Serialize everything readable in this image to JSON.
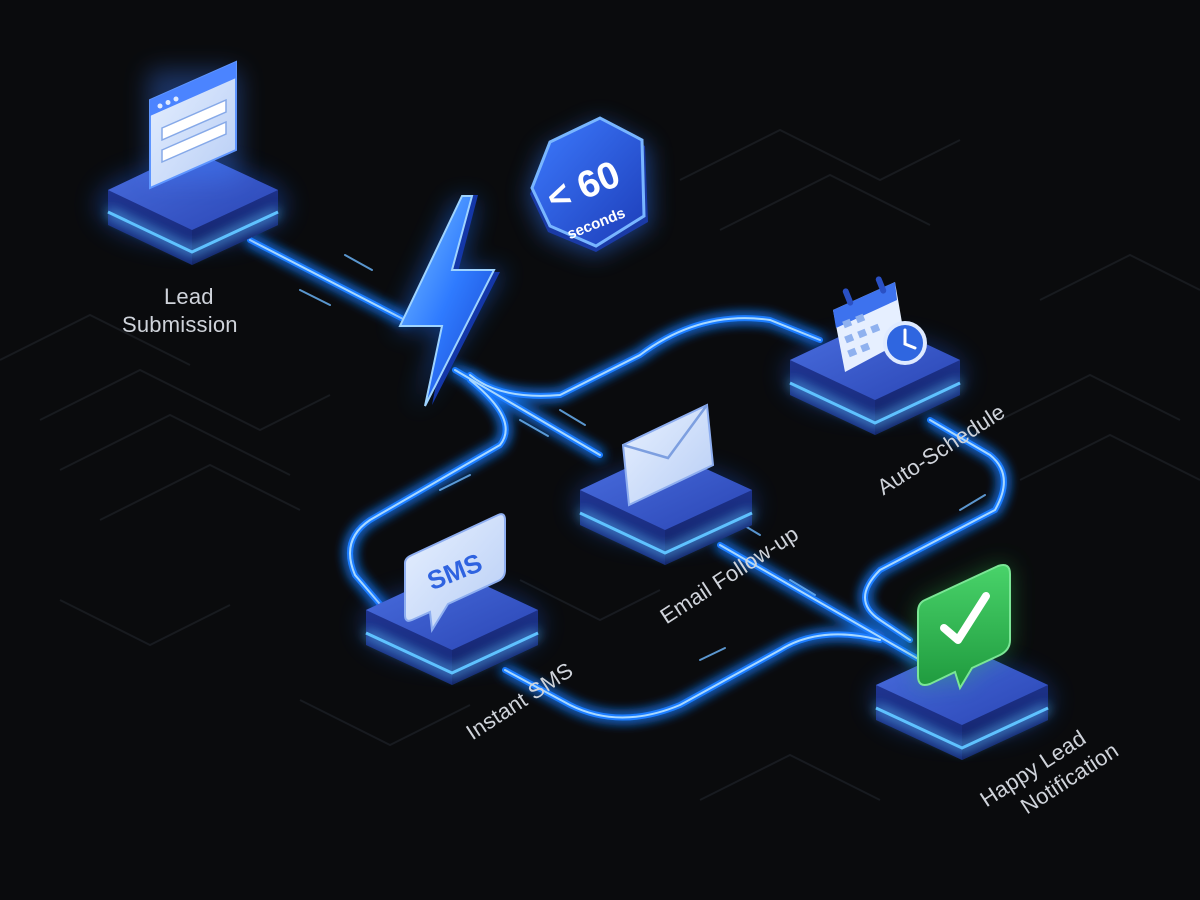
{
  "badge": {
    "value": "< 60",
    "unit": "seconds"
  },
  "nodes": {
    "lead_submission": {
      "line1": "Lead",
      "line2": "Submission"
    },
    "auto_schedule": {
      "label": "Auto-Schedule"
    },
    "email_followup": {
      "label": "Email Follow-up"
    },
    "instant_sms": {
      "label": "Instant SMS",
      "icon_text": "SMS"
    },
    "happy_lead": {
      "line1": "Happy Lead",
      "line2": "Notification"
    }
  },
  "colors": {
    "background": "#0a0b0d",
    "glow": "#2f8cff",
    "platform": "#2c4fc0",
    "check_green": "#2eb84f"
  }
}
